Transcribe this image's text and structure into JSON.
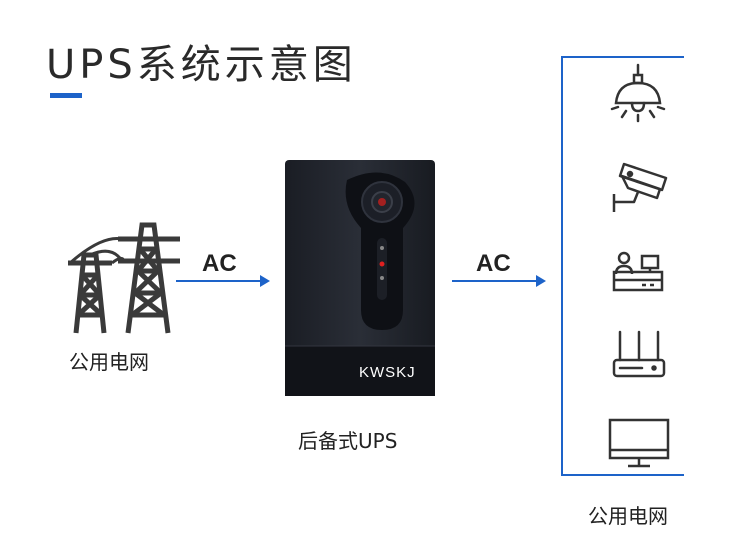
{
  "header": {
    "title": "UPS系统示意图"
  },
  "grid": {
    "label": "公用电网",
    "icon": "power-tower-icon"
  },
  "arrows": {
    "left_label": "AC",
    "right_label": "AC"
  },
  "ups": {
    "brand": "KWSKJ",
    "caption": "后备式UPS",
    "icon": "ups-device-icon"
  },
  "loads": {
    "label": "公用电网",
    "items": [
      "ceiling-lamp-icon",
      "cctv-camera-icon",
      "reception-desk-icon",
      "wifi-router-icon",
      "monitor-icon"
    ]
  },
  "colors": {
    "accent": "#1d63c9",
    "text": "#222222",
    "icon": "#333333"
  }
}
